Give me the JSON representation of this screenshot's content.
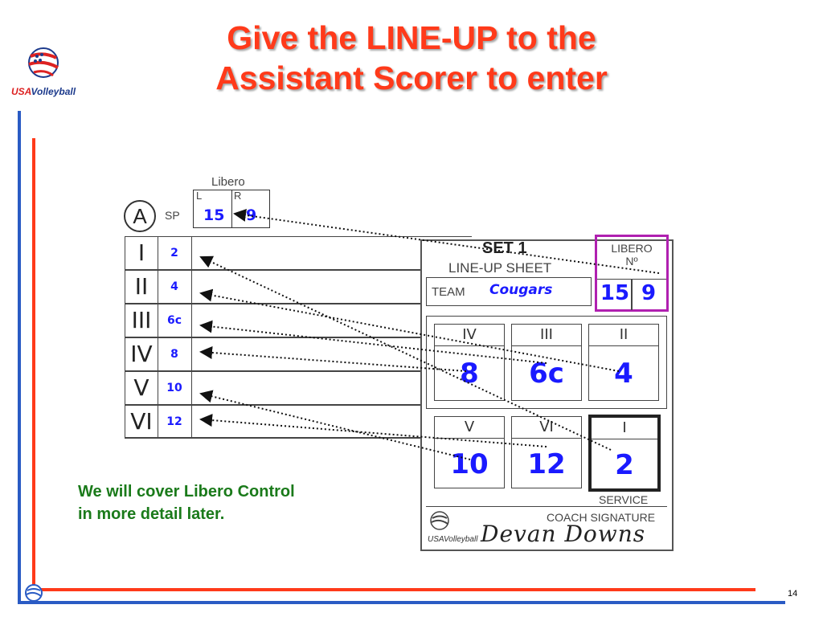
{
  "header": {
    "title_line1": "Give the LINE-UP to the",
    "title_line2": "Assistant Scorer to enter"
  },
  "logo": {
    "usa": "USA",
    "volleyball": "Volleyball"
  },
  "scoresheet": {
    "team_letter": "A",
    "libero_label": "Libero",
    "libero_left_label": "L",
    "libero_right_label": "R",
    "sp_label": "SP",
    "libero_left": "15",
    "libero_right": "9",
    "rows": [
      {
        "roman": "I",
        "number": "2"
      },
      {
        "roman": "II",
        "number": "4"
      },
      {
        "roman": "III",
        "number": "6c"
      },
      {
        "roman": "IV",
        "number": "8"
      },
      {
        "roman": "V",
        "number": "10"
      },
      {
        "roman": "VI",
        "number": "12"
      }
    ]
  },
  "lineup_sheet": {
    "set_label": "SET 1",
    "sheet_label": "LINE-UP SHEET",
    "team_label": "TEAM",
    "team_name": "Cougars",
    "libero_label": "LIBERO",
    "libero_no_label": "Nº",
    "libero_1": "15",
    "libero_2": "9",
    "positions": [
      {
        "roman": "IV",
        "player": "8"
      },
      {
        "roman": "III",
        "player": "6c"
      },
      {
        "roman": "II",
        "player": "4"
      },
      {
        "roman": "V",
        "player": "10"
      },
      {
        "roman": "VI",
        "player": "12"
      },
      {
        "roman": "I",
        "player": "2"
      }
    ],
    "service_label": "SERVICE",
    "coach_signature_label": "COACH SIGNATURE",
    "signature": "Devan Downs",
    "logo_text": "USAVolleyball"
  },
  "note": {
    "line1": "We will cover Libero Control",
    "line2": "in more detail later."
  },
  "footer": {
    "page_number": "14"
  },
  "colors": {
    "title": "#ff3a1a",
    "blue_numbers": "#1a1aff",
    "note": "#1a7a1a",
    "libero_highlight": "#b020b0"
  }
}
